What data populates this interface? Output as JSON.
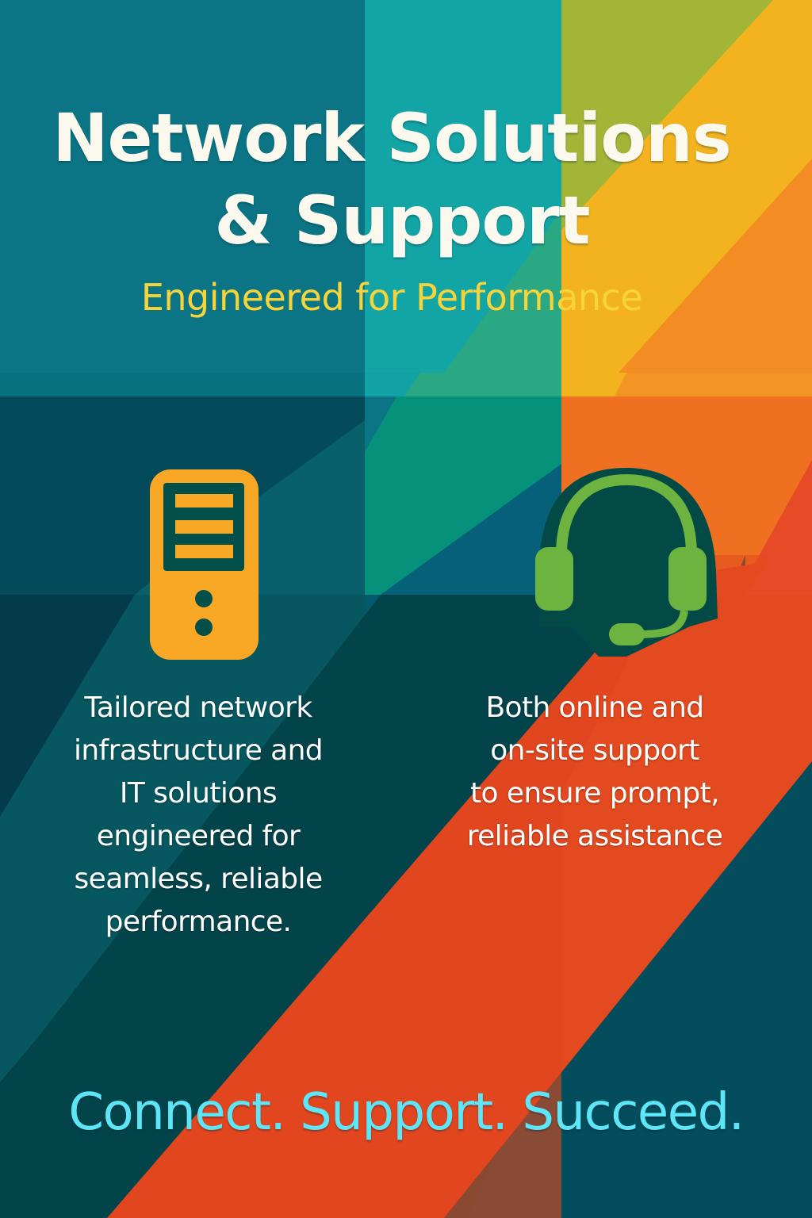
{
  "poster": {
    "title_line1": "Network Solutions",
    "title_line2": "& Support",
    "subtitle": "Engineered for Performance",
    "features": [
      {
        "icon": "server-icon",
        "lines": [
          "Tailored network",
          "infrastructure and",
          "IT solutions",
          "engineered for",
          "seamless, reliable",
          "performance."
        ]
      },
      {
        "icon": "headset-icon",
        "lines": [
          "Both online and",
          "on-site support",
          "to ensure prompt,",
          "reliable assistance"
        ]
      }
    ],
    "tagline": "Connect. Support. Succeed."
  },
  "colors": {
    "title": "#fbf8ee",
    "subtitle": "#f7d43a",
    "tagline": "#5ce6f7",
    "server_icon": "#f9a825",
    "headset_icon": "#6db33f",
    "dark_teal": "#034650",
    "teal": "#0b7a86",
    "aqua": "#11a3a6",
    "green_teal": "#05917a",
    "olive": "#a3b535",
    "yellow": "#f2b21e",
    "orange": "#ee7222",
    "red_orange": "#e2461f"
  }
}
